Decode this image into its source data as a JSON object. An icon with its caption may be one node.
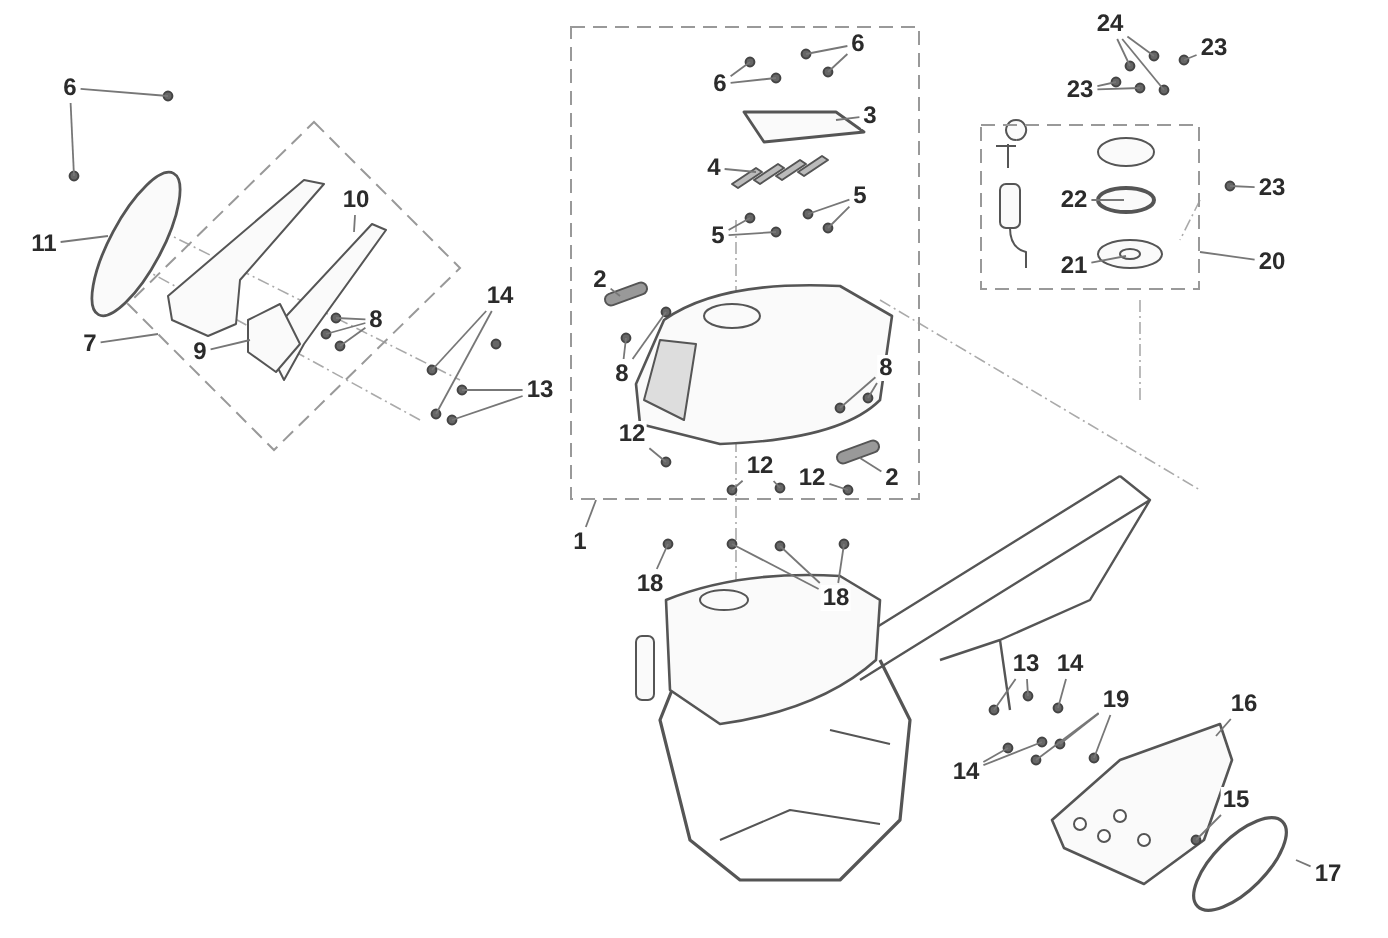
{
  "diagram": {
    "nodes": [
      {
        "text": [
          "6"
        ]
      },
      {
        "text": [],
        "shape": "box"
      },
      {
        "text": [
          "6"
        ],
        "in": 1
      },
      {
        "text": [
          "6"
        ],
        "in": 1
      },
      {
        "text": [
          "24"
        ]
      },
      {
        "text": [
          "23"
        ]
      },
      {
        "text": [],
        "shape": "box"
      },
      {
        "text": [
          "3"
        ],
        "in": 1
      },
      {
        "text": [
          "23"
        ]
      },
      {
        "text": [
          "4"
        ],
        "in": 1
      },
      {
        "text": [],
        "shape": "diamond"
      },
      {
        "text": [
          "10"
        ],
        "in": 10
      },
      {
        "text": [
          "5"
        ],
        "in": 1
      },
      {
        "text": [
          "22"
        ],
        "in": 6
      },
      {
        "text": [
          "23"
        ]
      },
      {
        "text": [
          "5"
        ],
        "in": 1
      },
      {
        "text": [
          "11"
        ]
      },
      {
        "text": [
          "2"
        ],
        "in": 1
      },
      {
        "text": [
          "21"
        ],
        "in": 6
      },
      {
        "text": [
          "20"
        ]
      },
      {
        "text": [
          "14"
        ]
      },
      {
        "text": [
          "8"
        ],
        "in": 10
      },
      {
        "text": [
          "8"
        ],
        "in": 1
      },
      {
        "text": [
          "7"
        ]
      },
      {
        "text": [
          "9"
        ],
        "in": 10
      },
      {
        "text": [
          "8"
        ],
        "in": 1
      },
      {
        "text": [
          "13"
        ]
      },
      {
        "text": [
          "12"
        ],
        "in": 1
      },
      {
        "text": [
          "12"
        ],
        "in": 1
      },
      {
        "text": [
          "12"
        ],
        "in": 1
      },
      {
        "text": [
          "2"
        ],
        "in": 1
      },
      {
        "text": [
          "1"
        ]
      },
      {
        "text": [
          "18"
        ]
      },
      {
        "text": [
          "18"
        ]
      },
      {
        "text": [
          "13"
        ]
      },
      {
        "text": [
          "14"
        ]
      },
      {
        "text": [
          "16"
        ]
      },
      {
        "text": [
          "19"
        ]
      },
      {
        "text": [
          "14"
        ]
      },
      {
        "text": [
          "15"
        ]
      },
      {
        "text": [
          "17"
        ]
      }
    ],
    "edges": [
      {
        "from": 0,
        "to": null,
        "arrow": "none"
      },
      {
        "from": 0,
        "to": null,
        "arrow": "none"
      },
      {
        "from": 2,
        "to": null,
        "arrow": "none"
      },
      {
        "from": 2,
        "to": null,
        "arrow": "none"
      },
      {
        "from": 3,
        "to": null,
        "arrow": "none"
      },
      {
        "from": 3,
        "to": null,
        "arrow": "none"
      },
      {
        "from": 4,
        "to": null,
        "arrow": "none"
      },
      {
        "from": 4,
        "to": null,
        "arrow": "none"
      },
      {
        "from": 4,
        "to": null,
        "arrow": "none"
      },
      {
        "from": 5,
        "to": null,
        "arrow": "none"
      },
      {
        "from": 7,
        "to": null,
        "arrow": "none"
      },
      {
        "from": 8,
        "to": null,
        "arrow": "none"
      },
      {
        "from": 8,
        "to": null,
        "arrow": "none"
      },
      {
        "from": 9,
        "to": null,
        "arrow": "none"
      },
      {
        "from": 11,
        "to": null,
        "arrow": "none"
      },
      {
        "from": 12,
        "to": null,
        "arrow": "none"
      },
      {
        "from": 12,
        "to": null,
        "arrow": "none"
      },
      {
        "from": 13,
        "to": null,
        "arrow": "none"
      },
      {
        "from": 14,
        "to": null,
        "arrow": "none"
      },
      {
        "from": 15,
        "to": null,
        "arrow": "none"
      },
      {
        "from": 15,
        "to": null,
        "arrow": "none"
      },
      {
        "from": 16,
        "to": null,
        "arrow": "none"
      },
      {
        "from": 17,
        "to": null,
        "arrow": "none"
      },
      {
        "from": 18,
        "to": null,
        "arrow": "none"
      },
      {
        "from": 19,
        "to": 6,
        "arrow": "none"
      },
      {
        "from": 20,
        "to": null,
        "arrow": "none"
      },
      {
        "from": 20,
        "to": null,
        "arrow": "none"
      },
      {
        "from": 21,
        "to": null,
        "arrow": "none"
      },
      {
        "from": 21,
        "to": null,
        "arrow": "none"
      },
      {
        "from": 21,
        "to": null,
        "arrow": "none"
      },
      {
        "from": 22,
        "to": null,
        "arrow": "none"
      },
      {
        "from": 22,
        "to": null,
        "arrow": "none"
      },
      {
        "from": 23,
        "to": 10,
        "arrow": "none"
      },
      {
        "from": 24,
        "to": null,
        "arrow": "none"
      },
      {
        "from": 25,
        "to": null,
        "arrow": "none"
      },
      {
        "from": 25,
        "to": null,
        "arrow": "none"
      },
      {
        "from": 26,
        "to": null,
        "arrow": "none"
      },
      {
        "from": 26,
        "to": null,
        "arrow": "none"
      },
      {
        "from": 27,
        "to": null,
        "arrow": "none"
      },
      {
        "from": 28,
        "to": null,
        "arrow": "none"
      },
      {
        "from": 28,
        "to": null,
        "arrow": "none"
      },
      {
        "from": 29,
        "to": null,
        "arrow": "none"
      },
      {
        "from": 30,
        "to": null,
        "arrow": "none"
      },
      {
        "from": 31,
        "to": 1,
        "arrow": "none"
      },
      {
        "from": 32,
        "to": null,
        "arrow": "none"
      },
      {
        "from": 33,
        "to": null,
        "arrow": "none"
      },
      {
        "from": 33,
        "to": null,
        "arrow": "none"
      },
      {
        "from": 33,
        "to": null,
        "arrow": "none"
      },
      {
        "from": 34,
        "to": null,
        "arrow": "none"
      },
      {
        "from": 34,
        "to": null,
        "arrow": "none"
      },
      {
        "from": 35,
        "to": null,
        "arrow": "none"
      },
      {
        "from": 36,
        "to": null,
        "arrow": "none"
      },
      {
        "from": 37,
        "to": null,
        "arrow": "none"
      },
      {
        "from": 37,
        "to": null,
        "arrow": "none"
      },
      {
        "from": 37,
        "to": null,
        "arrow": "none"
      },
      {
        "from": 38,
        "to": null,
        "arrow": "none"
      },
      {
        "from": 38,
        "to": null,
        "arrow": "none"
      },
      {
        "from": 39,
        "to": null,
        "arrow": "none"
      },
      {
        "from": 40,
        "to": null,
        "arrow": "none"
      }
    ]
  }
}
